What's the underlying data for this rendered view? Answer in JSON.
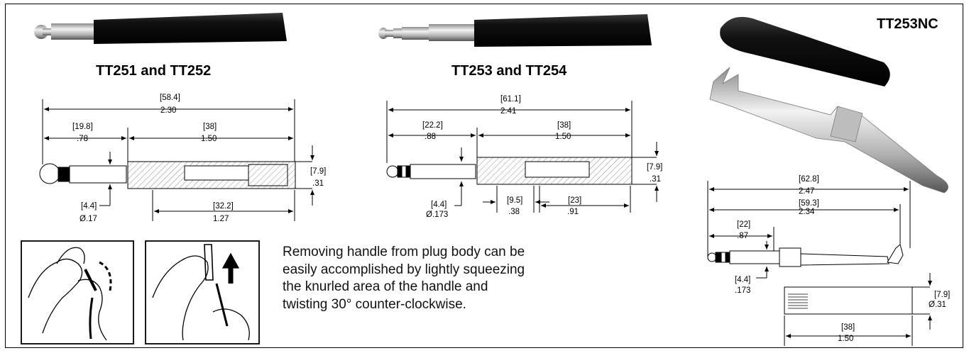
{
  "labels": {
    "tt251_252": "TT251 and TT252",
    "tt253_254": "TT253 and TT254",
    "tt253nc": "TT253NC"
  },
  "instructions": [
    "Removing handle from plug body can be",
    "easily accomplished by lightly squeezing",
    "the knurled area of the handle and",
    "twisting 30° counter-clockwise."
  ],
  "dims_tt251": {
    "overall_mm": "58.4",
    "overall_in": "2.30",
    "tip_mm": "19.8",
    "tip_in": ".78",
    "handle_mm": "38",
    "handle_in": "1.50",
    "dia_mm": "7.9",
    "dia_in": ".31",
    "shaft_mm": "4.4",
    "shaft_in": "Ø.17",
    "body_mm": "32.2",
    "body_in": "1.27"
  },
  "dims_tt253": {
    "overall_mm": "61.1",
    "overall_in": "2.41",
    "tip_mm": "22.2",
    "tip_in": ".88",
    "handle_mm": "38",
    "handle_in": "1.50",
    "dia_mm": "7.9",
    "dia_in": ".31",
    "shaft_mm": "4.4",
    "shaft_in": "Ø.173",
    "mid_mm": "9.5",
    "mid_in": ".38",
    "rear_mm": "23",
    "rear_in": ".91"
  },
  "dims_tt253nc": {
    "overall_mm": "62.8",
    "overall_in": "2.47",
    "frame_mm": "59.3",
    "frame_in": "2.34",
    "tip_mm": "22",
    "tip_in": ".87",
    "shaft_mm": "4.4",
    "shaft_in": ".173",
    "dia_mm": "7.9",
    "dia_in": "Ø.31",
    "handle_mm": "38",
    "handle_in": "1.50"
  },
  "colors": {
    "handle": "#1a1a1a",
    "metal": "#c8c8c8",
    "line": "#000000"
  }
}
